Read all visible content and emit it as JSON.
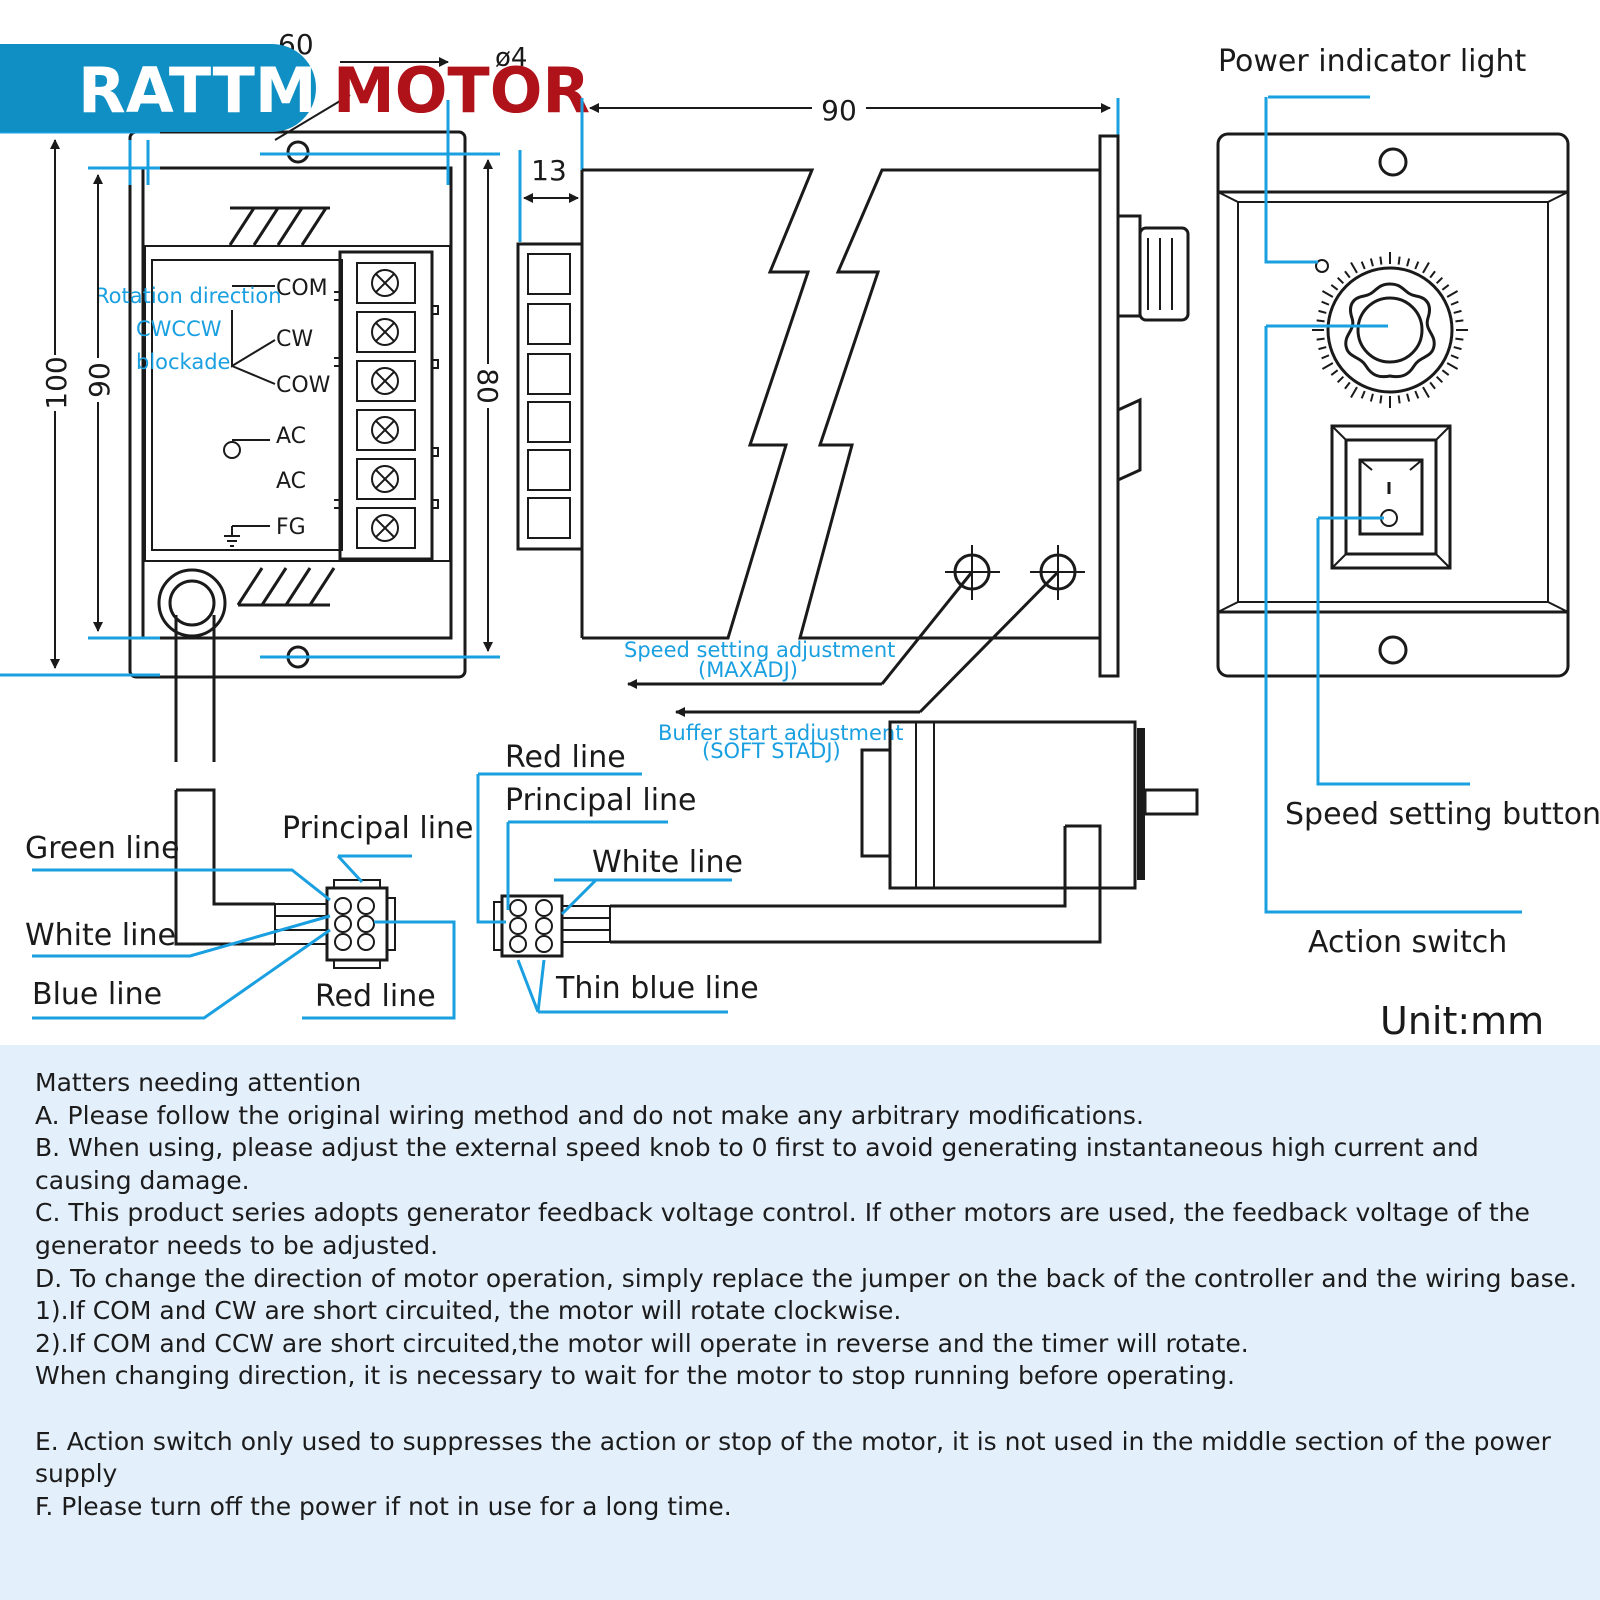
{
  "brand": {
    "part1": "RATTM",
    "part2": "MOTOR",
    "blue": "#0f8fc4",
    "red": "#b0121a"
  },
  "dimensions": {
    "d60": "60",
    "d4": "ø4",
    "d90_top": "90",
    "d13": "13",
    "d100": "100",
    "d90_side": "90",
    "d80": "80"
  },
  "terminal_panel": {
    "rotation_title": "Rotation direction",
    "cwccw": "CWCCW",
    "blockade": "blockade",
    "terminals": [
      "COM",
      "CW",
      "COW",
      "AC",
      "AC",
      "FG"
    ]
  },
  "callouts": {
    "power_indicator": "Power indicator light",
    "speed_button": "Speed setting button",
    "action_switch": "Action switch",
    "unit": "Unit:mm",
    "maxadj_1": "Speed setting adjustment",
    "maxadj_2": "(MAXADJ)",
    "softstart_1": "Buffer start adjustment",
    "softstart_2": "(SOFT STADJ)"
  },
  "wires_left": {
    "green": "Green line",
    "white": "White line",
    "blue": "Blue line",
    "principal": "Principal line",
    "red": "Red line"
  },
  "wires_right": {
    "red": "Red line",
    "principal": "Principal line",
    "white": "White line",
    "thin_blue": "Thin blue line"
  },
  "colors": {
    "accent": "#1aa0e0",
    "line": "#1a1a1a",
    "notes_bg": "#e3effb"
  },
  "notes": {
    "title": "Matters needing attention",
    "lines": [
      "A. Please follow the original wiring method and do not make any arbitrary modifications.",
      "B. When using, please adjust the external speed knob to 0 first to avoid generating instantaneous high current and causing damage.",
      "C. This product series adopts generator feedback voltage control. If other motors are used, the feedback voltage of the generator needs to be adjusted.",
      "D. To change the direction of motor operation, simply replace the jumper on the back of the controller and the wiring base.",
      "1).If COM and CW are short circuited, the motor will rotate clockwise.",
      "2).If COM and CCW are short circuited,the motor will operate in reverse and the timer will rotate.",
      "When changing direction, it is necessary to wait for the motor to stop running before operating.",
      "",
      "E. Action switch only used to suppresses the action or stop of the motor, it is not used in the middle section of the power supply",
      "F. Please turn off the power if not in use for a long time."
    ]
  }
}
